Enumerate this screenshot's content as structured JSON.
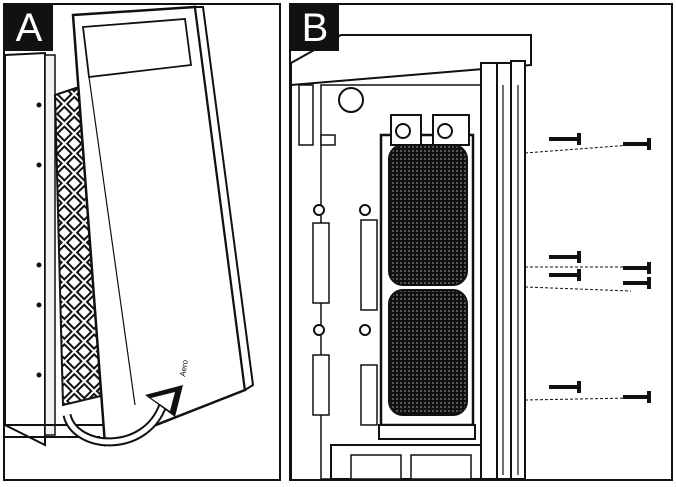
{
  "panels": [
    {
      "label": "A"
    },
    {
      "label": "B"
    }
  ],
  "logo_text": "Aero",
  "icons": {
    "rotation_arrow": "curved-arrow-icon",
    "screw": "screw-icon"
  },
  "colors": {
    "ink": "#111111",
    "background": "#ffffff",
    "label_bg": "#111111",
    "label_text": "#ffffff"
  }
}
